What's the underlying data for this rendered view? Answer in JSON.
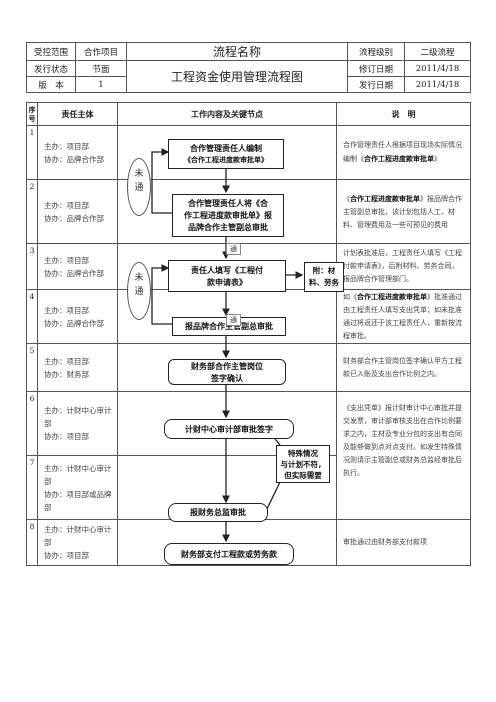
{
  "header": {
    "scope_label": "受控范围",
    "scope_value": "合作项目",
    "name_label": "流程名称",
    "level_label": "流程级别",
    "level_value": "二级流程",
    "status_label": "发行状态",
    "status_value": "节面",
    "title": "工程资金使用管理流程图",
    "revise_label": "修订日期",
    "revise_value": "2011/4/18",
    "version_label": "版　本",
    "version_value": "1",
    "issue_label": "发行日期",
    "issue_value": "2011/4/18"
  },
  "columns": {
    "num": "序号",
    "resp": "责任主体",
    "work": "工作内容及关键节点",
    "note": "说　明"
  },
  "rows": [
    {
      "num": "1",
      "main": "主办：项目部",
      "assist": "协办：品牌合作部",
      "note_pre": "合作管理责任人根据项目现场实际情况编制《",
      "note_bold": "合作工程进度款审批单",
      "note_post": "》"
    },
    {
      "num": "2",
      "main": "主办：项目部",
      "assist": "协办：品牌合作部",
      "note_pre": "《",
      "note_bold": "合作工程进度款审批单",
      "note_post": "》报品牌合作主管副总审批，该计划包括人工、材料、管理费用及一些可预见的费用"
    },
    {
      "num": "3",
      "main": "主办：项目部",
      "assist": "协办：品牌合作部",
      "note_pre": "计划表批准后，工程责任人填写《工程付款申请表》，后附材料、劳务合同，报品牌合作管理部门。",
      "note_bold": "",
      "note_post": ""
    },
    {
      "num": "4",
      "main": "主办：项目部",
      "assist": "协办：品牌合作部",
      "note_pre": "如《",
      "note_bold": "合作工程进度款审批单",
      "note_post": "》批准通过由工程责任人填写支出凭单；如未批准通过将返还于该工程责任人，重新按流程审批。"
    },
    {
      "num": "5",
      "main": "主办：项目部",
      "assist": "协办：财务部",
      "note_pre": "财务部合作主管岗位签字确认甲方工程款已入账及支出合作比例之内。",
      "note_bold": "",
      "note_post": ""
    },
    {
      "num": "6",
      "main": "主办：计财中心审计部",
      "assist": "协办：项目部",
      "note_pre": "《支出凭单》报计财审计中心审批并提交发票，审计部审核支出在合作比例要求之内，主材及专业分包的支出有合同及能够做到点对点支付。如发生特殊情况则请示主管副总或财务总监经审批后执行。",
      "note_bold": "",
      "note_post": ""
    },
    {
      "num": "7",
      "main": "主办：计财中心审计部",
      "assist": "协办：项目部或品牌部",
      "note_pre": "",
      "note_bold": "",
      "note_post": ""
    },
    {
      "num": "8",
      "main": "主办：计财中心审计部",
      "assist": "协办：项目部",
      "note_pre": "审批通过由财务部支付款项",
      "note_bold": "",
      "note_post": ""
    }
  ],
  "flow": {
    "box1_l1": "合作管理责任人编制",
    "box1_l2": "《合作工程进度款审批单》",
    "box2_l1": "合作管理责任人将《合",
    "box2_l2": "作工程进度款审批单》报",
    "box2_l3": "品牌合作主管副总审批",
    "box3_l1": "责任人填写《工程付",
    "box3_l2": "款申请表》",
    "attach_l1": "附：材",
    "attach_l2": "料、劳务",
    "box4": "报品牌合作主管副总审批",
    "box5_l1": "财务部合作主管岗位",
    "box5_l2": "签字确认",
    "box6": "计财中心审计部审批签字",
    "special_l1": "特殊情况",
    "special_l2": "与计划不符，",
    "special_l3": "但实际需要",
    "box7": "报财务总监审批",
    "box8": "财务部支付工程款或劳务款",
    "reject1_l1": "未",
    "reject1_l2": "通",
    "reject2_l1": "未",
    "reject2_l2": "通",
    "pass1": "通",
    "pass2": "通"
  }
}
